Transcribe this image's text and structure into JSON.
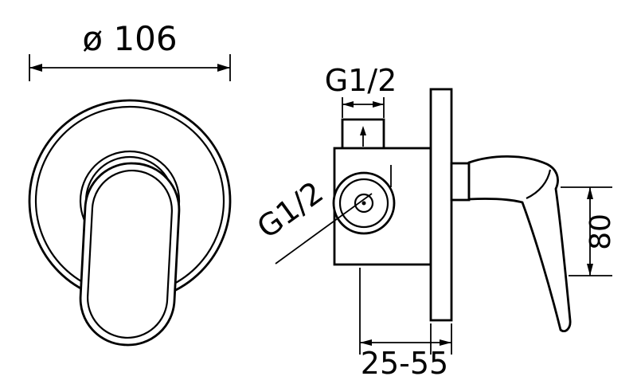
{
  "drawing": {
    "background_color": "#ffffff",
    "line_color": "#000000",
    "views": {
      "front": {
        "dimensions": {
          "diameter": "ø 106"
        }
      },
      "side": {
        "dimensions": {
          "top_thread": "G1/2",
          "side_thread": "G1/2",
          "height": "80",
          "depth_range": "25-55"
        }
      }
    }
  }
}
